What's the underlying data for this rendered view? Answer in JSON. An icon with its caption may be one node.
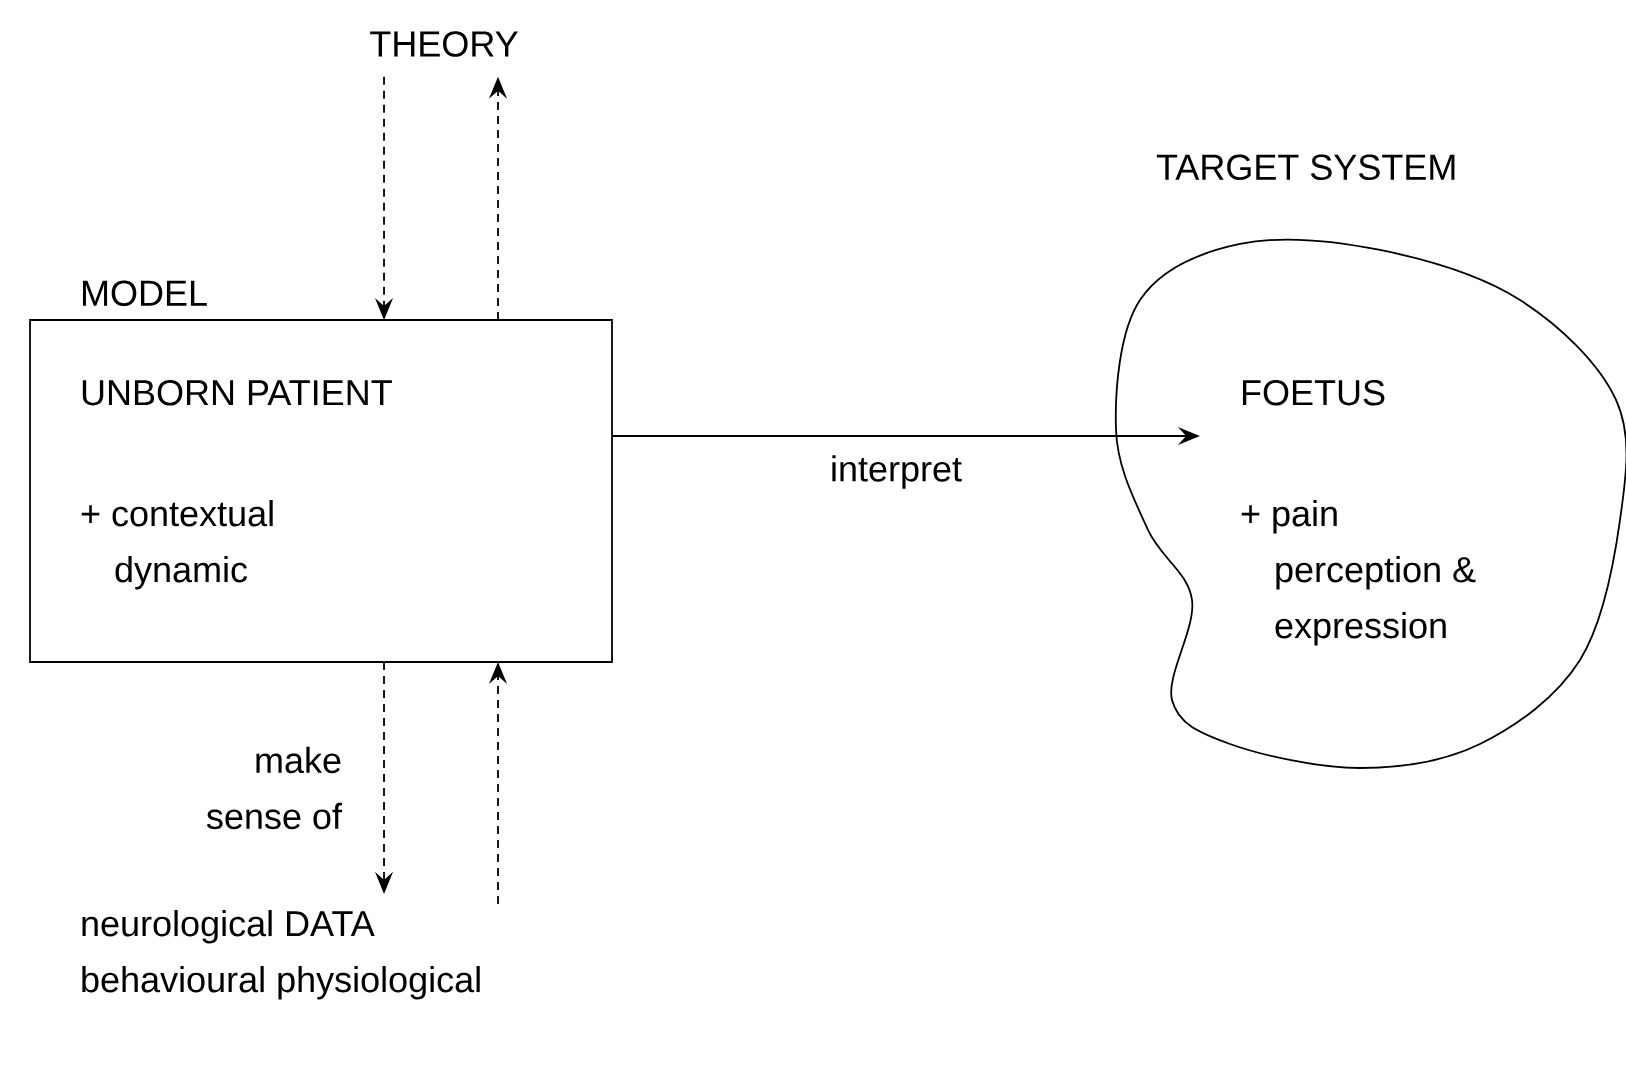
{
  "diagram": {
    "nodes": [
      {
        "text": [
          "THEORY"
        ]
      },
      {
        "text": [
          "MODEL",
          "UNBORN PATIENT",
          "+ contextual dynamic"
        ]
      },
      {
        "text": [
          "TARGET SYSTEM",
          "FOETUS",
          "+ pain perception & expression"
        ]
      },
      {
        "text": [
          "neurological DATA behavioural physiological"
        ]
      }
    ],
    "edges": [
      {
        "from": 0,
        "to": 1,
        "arrow": "to",
        "style": "dashed"
      },
      {
        "from": 1,
        "to": 0,
        "arrow": "to",
        "style": "dashed"
      },
      {
        "from": 1,
        "to": 2,
        "arrow": "to",
        "label": "interpret"
      },
      {
        "from": 1,
        "to": 3,
        "arrow": "to",
        "style": "dashed",
        "label": "make sense of"
      },
      {
        "from": 3,
        "to": 1,
        "arrow": "to",
        "style": "dashed"
      }
    ]
  }
}
